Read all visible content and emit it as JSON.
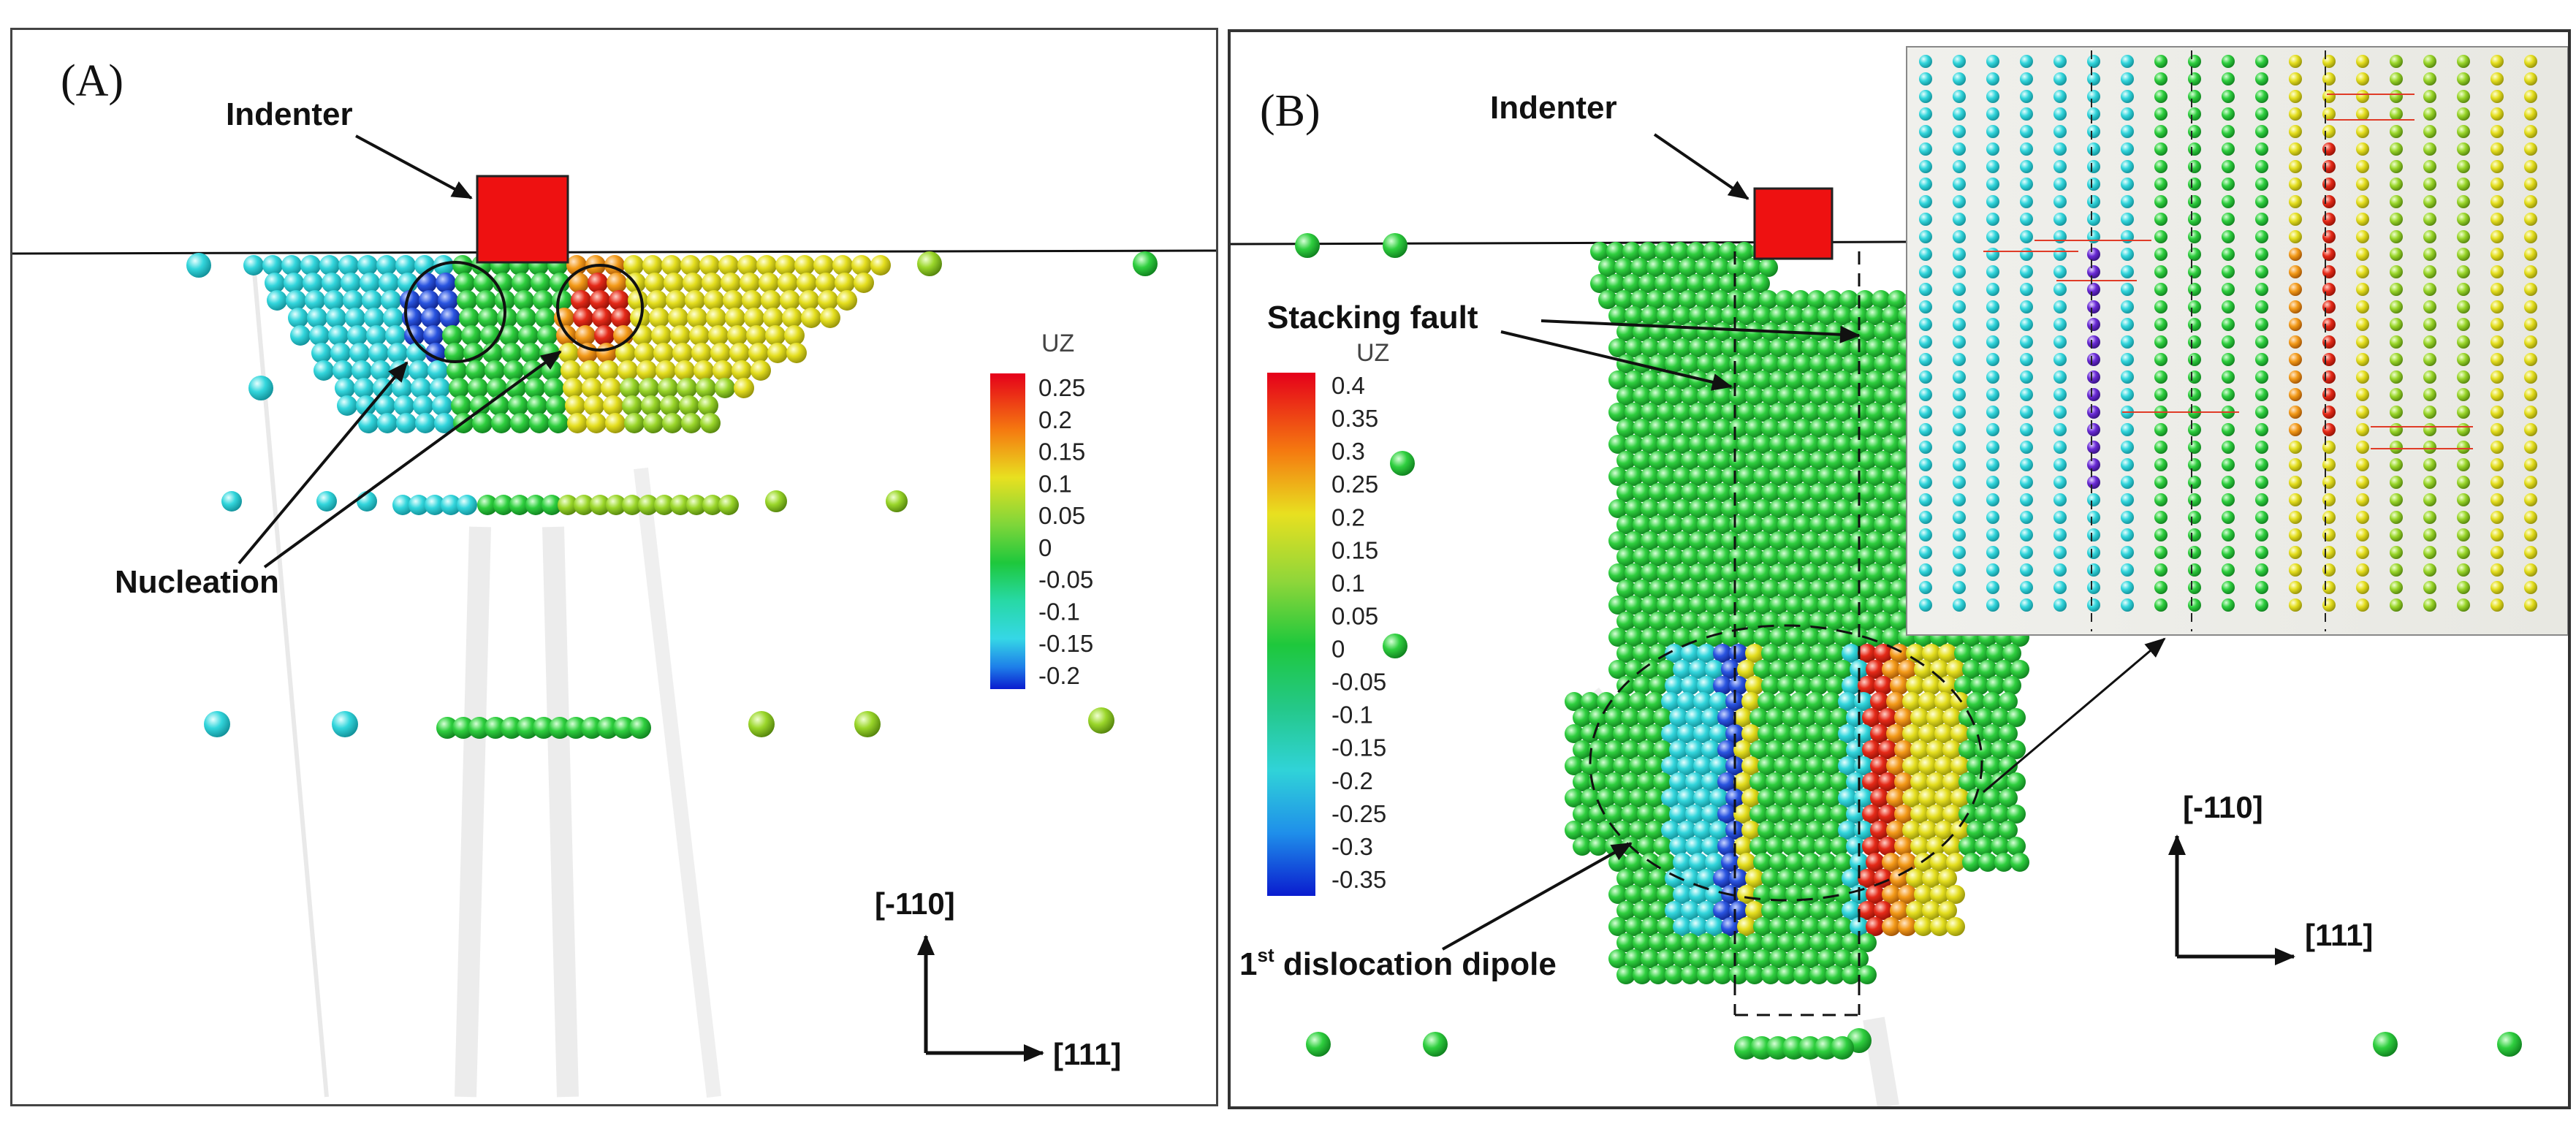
{
  "panel_a": {
    "label": "(A)",
    "indenter_label": "Indenter",
    "nucleation_label": "Nucleation",
    "colorbar": {
      "title": "UZ",
      "ticks": [
        "0.25",
        "0.2",
        "0.15",
        "0.1",
        "0.05",
        "0",
        "-0.05",
        "-0.1",
        "-0.15",
        "-0.2"
      ],
      "min": -0.2,
      "max": 0.25
    },
    "axes": {
      "vertical": "[-110]",
      "horizontal": "[111]"
    }
  },
  "panel_b": {
    "label": "(B)",
    "indenter_label": "Indenter",
    "stacking_fault_label": "Stacking fault",
    "dislocation_prefix": "1",
    "dislocation_sup": "st",
    "dislocation_suffix": " dislocation dipole",
    "colorbar": {
      "title": "UZ",
      "ticks": [
        "0.4",
        "0.35",
        "0.3",
        "0.25",
        "0.2",
        "0.15",
        "0.1",
        "0.05",
        "0",
        "-0.05",
        "-0.1",
        "-0.15",
        "-0.2",
        "-0.25",
        "-0.3",
        "-0.35"
      ],
      "min": -0.35,
      "max": 0.4
    },
    "axes": {
      "vertical": "[-110]",
      "horizontal": "[111]"
    }
  },
  "colors": {
    "indenter": "#ee1111",
    "blue": "#1f3fe0",
    "cyan": "#33d4dc",
    "green": "#22c23a",
    "yellow": "#e8e020",
    "orange": "#f59a18",
    "red": "#e52a18",
    "violet": "#6a2bd6"
  }
}
